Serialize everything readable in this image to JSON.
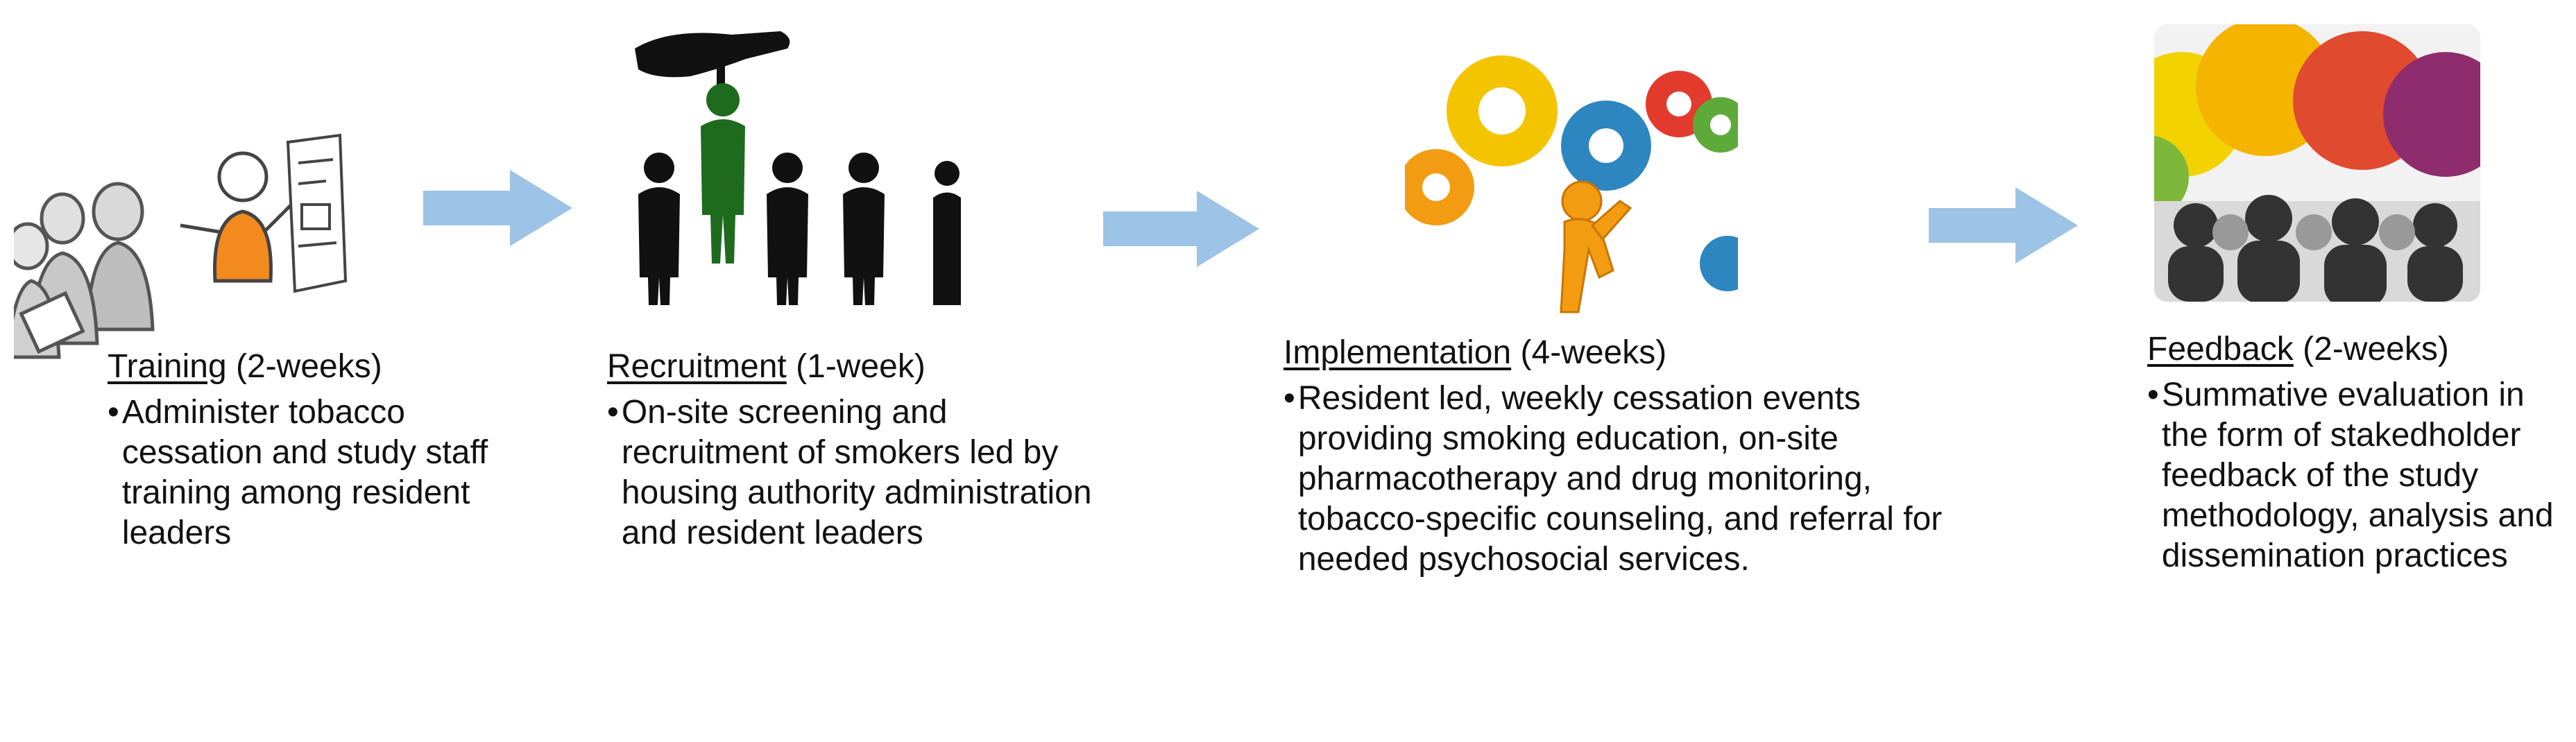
{
  "stages": [
    {
      "name": "Training",
      "duration": "(2-weeks)",
      "bullet": "Administer tobacco cessation and study staff training among resident leaders"
    },
    {
      "name": "Recruitment",
      "duration": "(1-week)",
      "bullet": "On-site screening and recruitment of smokers led by housing authority administration and resident leaders"
    },
    {
      "name": "Implementation",
      "duration": "(4-weeks)",
      "bullet": "Resident led, weekly  cessation events providing smoking education,  on-site pharmacotherapy and drug monitoring, tobacco-specific counseling, and referral for needed psychosocial services."
    },
    {
      "name": "Feedback",
      "duration": "(2-weeks)",
      "bullet": "Summative evaluation in the form of stakedholder feedback of the study methodology, analysis and dissemination practices"
    }
  ],
  "bullet_symbol": "•",
  "colors": {
    "arrow": "#9DC3E6",
    "training_figure": "#F28A1E",
    "recruit_highlight": "#1E6B1E"
  },
  "icons": [
    "training-illustration",
    "recruitment-illustration",
    "gears-illustration",
    "feedback-illustration"
  ]
}
